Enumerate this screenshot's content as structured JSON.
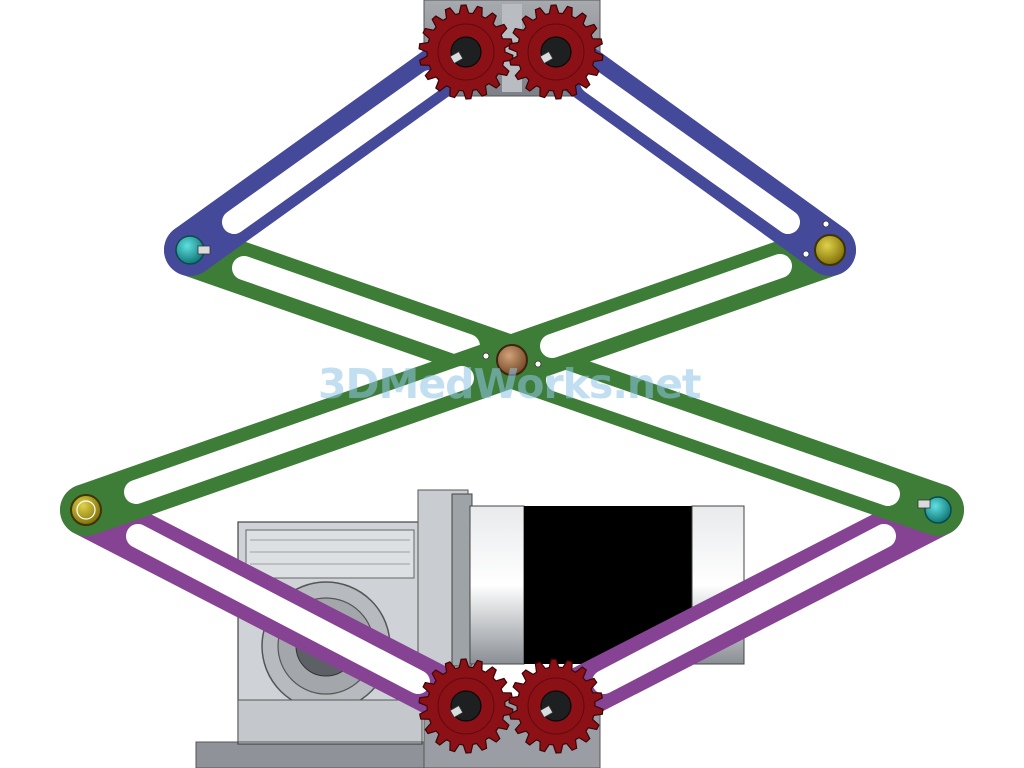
{
  "watermark": {
    "text": "3DMedWorks.net"
  },
  "colors": {
    "upper_links": "#45499a",
    "middle_links": "#3e7d37",
    "lower_links": "#864293",
    "gears": "#8c1116",
    "gearbox": "#c8ccd0",
    "motor_shell": "#b9bec4",
    "motor_core": "#000000",
    "frame": "#8e9298",
    "pin_cyan": "#1aa3a3",
    "pin_olive": "#b09a12",
    "pin_bronze": "#9b6a45"
  },
  "components": {
    "top_block": "frame-block",
    "motor": "stepper-motor",
    "gearbox": "worm-gearbox",
    "gears": [
      "spur-gear-top-left",
      "spur-gear-top-right",
      "spur-gear-bottom-left",
      "spur-gear-bottom-right"
    ]
  }
}
